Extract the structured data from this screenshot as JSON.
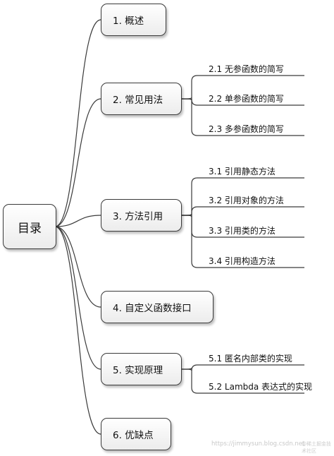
{
  "root": {
    "label": "目录"
  },
  "sections": [
    {
      "label": "1. 概述",
      "children": []
    },
    {
      "label": "2. 常见用法",
      "children": [
        "2.1 无参函数的简写",
        "2.2 单参函数的简写",
        "2.3 多参函数的简写"
      ]
    },
    {
      "label": "3. 方法引用",
      "children": [
        "3.1 引用静态方法",
        "3.2 引用对象的方法",
        "3.3 引用类的方法",
        "3.4 引用构造方法"
      ]
    },
    {
      "label": "4. 自定义函数接口",
      "children": []
    },
    {
      "label": "5. 实现原理",
      "children": [
        "5.1 匿名内部类的实现",
        "5.2 Lambda 表达式的实现"
      ]
    },
    {
      "label": "6. 优缺点",
      "children": []
    }
  ],
  "watermark": "https://jimmysun.blog.csdn.net",
  "watermark_logo": "@稀土掘金技术社区",
  "line_color": "#3a3a3a"
}
